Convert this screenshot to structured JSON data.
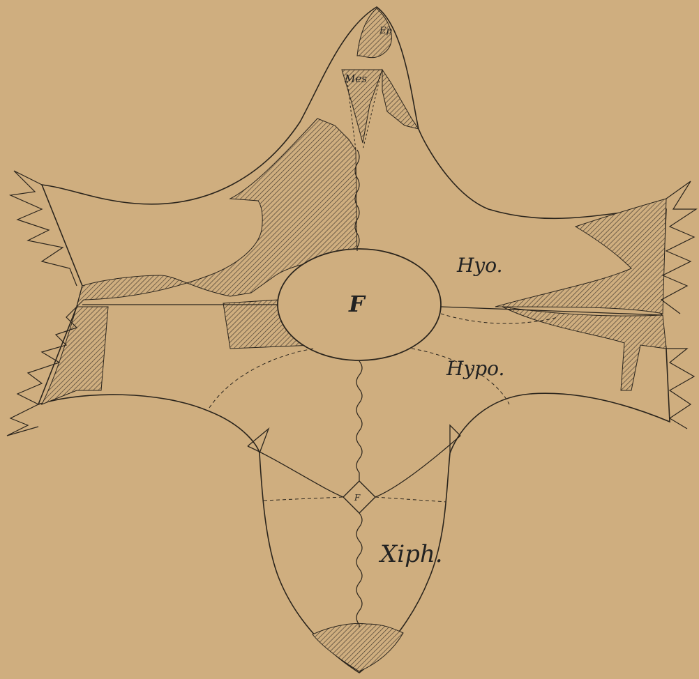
{
  "colors": {
    "paper": "#cfae7f",
    "ink": "#2a241c",
    "hatch": "#4a3f33"
  },
  "labels": {
    "ep": "Ep",
    "mes": "Mes",
    "hyo": "Hyo.",
    "fontanelle_main": "F",
    "hypo": "Hypo.",
    "fontanelle_small": "F",
    "xiph": "Xiph."
  }
}
